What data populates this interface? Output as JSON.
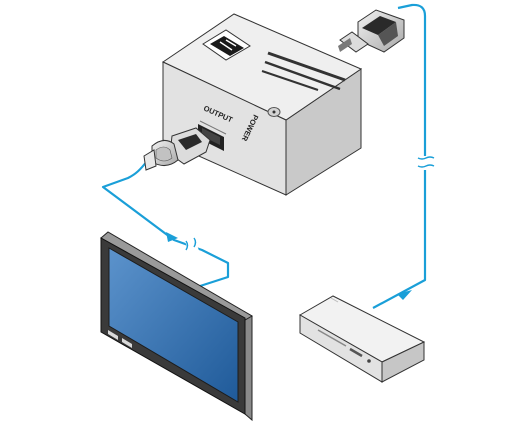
{
  "device": {
    "output_label": "OUTPUT",
    "power_label": "POWER",
    "brand_logo": "kramer-k-logo"
  },
  "colors": {
    "cable": "#1a9fd8",
    "device_top": "#efefef",
    "device_front": "#e2e2e2",
    "device_side": "#c9c9c9",
    "screen": "#2f6fb0",
    "bezel": "#3a3a3a"
  },
  "icons": {
    "arrow": "arrowhead",
    "break": "cable-break-mark"
  }
}
